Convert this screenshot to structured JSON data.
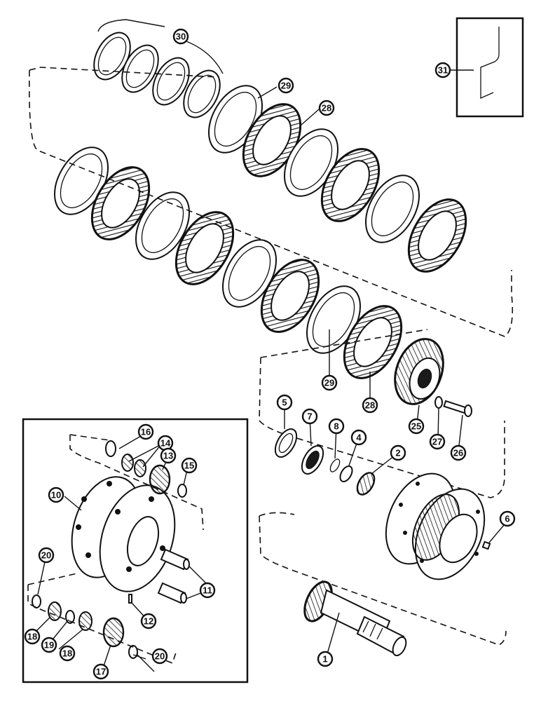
{
  "callouts": {
    "c1": "1",
    "c2": "2",
    "c4": "4",
    "c5": "5",
    "c6": "6",
    "c7": "7",
    "c8": "8",
    "c10": "10",
    "c11": "11",
    "c12": "12",
    "c13": "13",
    "c14": "14",
    "c15": "15",
    "c16": "16",
    "c17": "17",
    "c18a": "18",
    "c18b": "18",
    "c19": "19",
    "c20a": "20",
    "c20b": "20",
    "c25": "25",
    "c26": "26",
    "c27": "27",
    "c28a": "28",
    "c28b": "28",
    "c29a": "29",
    "c29b": "29",
    "c30": "30",
    "c31": "31"
  }
}
